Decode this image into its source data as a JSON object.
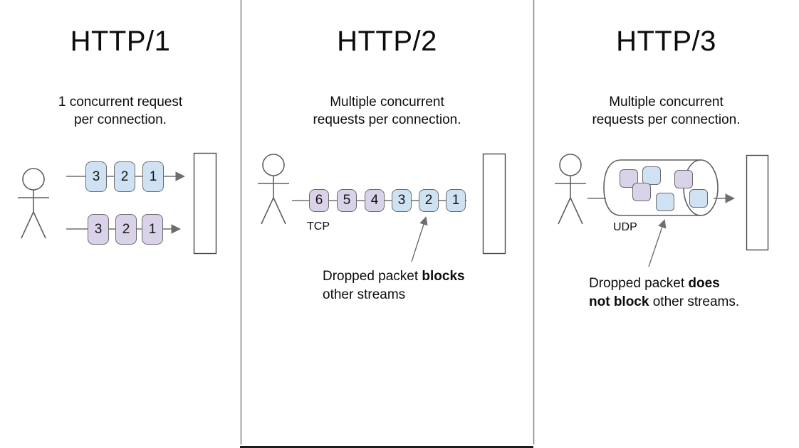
{
  "colors": {
    "blue_packet": "#cfe2f3",
    "purple_packet": "#d9d2e9",
    "line_stroke": "#6e6e6e",
    "divider": "#8a8a8a"
  },
  "columns": [
    {
      "title": "HTTP/1",
      "subtitle": "1 concurrent request\nper connection.",
      "streams": [
        {
          "color": "blue",
          "packets": [
            "3",
            "2",
            "1"
          ]
        },
        {
          "color": "purple",
          "packets": [
            "3",
            "2",
            "1"
          ]
        }
      ]
    },
    {
      "title": "HTTP/2",
      "subtitle": "Multiple concurrent\nrequests per connection.",
      "protocol_label": "TCP",
      "packets": [
        {
          "n": "6",
          "color": "purple"
        },
        {
          "n": "5",
          "color": "purple"
        },
        {
          "n": "4",
          "color": "purple"
        },
        {
          "n": "3",
          "color": "blue"
        },
        {
          "n": "2",
          "color": "blue"
        },
        {
          "n": "1",
          "color": "blue"
        }
      ],
      "annotation": {
        "line1_prefix": "Dropped packet ",
        "line1_bold": "blocks",
        "line1_suffix": "",
        "line2_prefix": "other streams",
        "line2_bold": "",
        "line2_suffix": ""
      }
    },
    {
      "title": "HTTP/3",
      "subtitle": "Multiple concurrent\nrequests per connection.",
      "protocol_label": "UDP",
      "tube_packets": [
        "purple",
        "blue",
        "purple",
        "purple",
        "blue",
        "blue"
      ],
      "annotation": {
        "line1_prefix": "Dropped packet ",
        "line1_bold": "does",
        "line1_suffix": "",
        "line2_prefix": "",
        "line2_bold": "not block",
        "line2_suffix": " other streams."
      }
    }
  ]
}
